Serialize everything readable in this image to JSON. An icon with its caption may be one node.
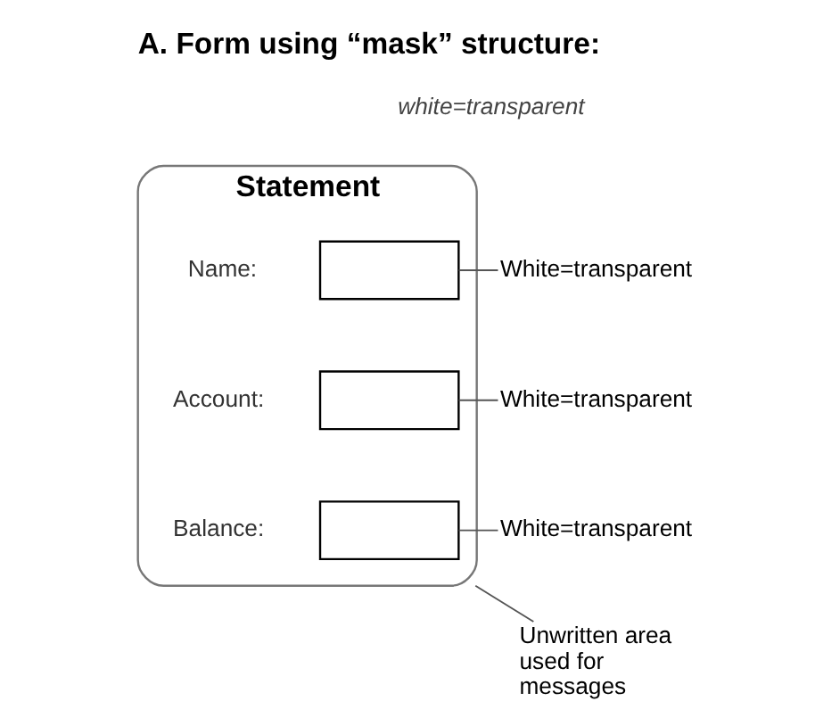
{
  "diagram": {
    "title": "A. Form using “mask” structure:",
    "nodes": [
      {
        "text": [
          "Statement"
        ]
      },
      {
        "text": [],
        "shape": "box",
        "in": 0,
        "beside": [
          "Name:"
        ]
      },
      {
        "text": [],
        "shape": "box",
        "in": 0,
        "beside": [
          "Account:"
        ]
      },
      {
        "text": [],
        "shape": "box",
        "in": 0,
        "beside": [
          "Balance:"
        ]
      },
      {
        "text": [
          "White=transparent"
        ]
      },
      {
        "text": [
          "White=transparent"
        ]
      },
      {
        "text": [
          "White=transparent"
        ]
      },
      {
        "text": [
          "Unwritten area used for messages"
        ]
      }
    ],
    "edges": [
      {
        "from": 4,
        "to": 1,
        "arrow": "none"
      },
      {
        "from": 5,
        "to": 2,
        "arrow": "none"
      },
      {
        "from": 6,
        "to": 3,
        "arrow": "none"
      },
      {
        "from": 7,
        "to": 0,
        "arrow": "none"
      }
    ],
    "labels": [
      "white=transparent"
    ]
  }
}
